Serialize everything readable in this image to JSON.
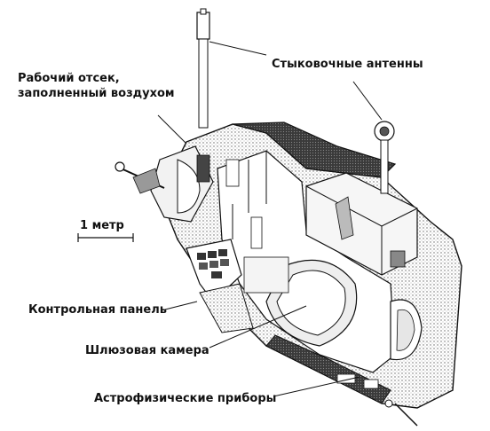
{
  "labels": {
    "working_compartment": "Рабочий отсек,\nзаполненный воздухом",
    "docking_antennas": "Стыковочные антенны",
    "scale": "1 метр",
    "control_panel": "Контрольная панель",
    "airlock": "Шлюзовая камера",
    "astro_instruments": "Астрофизические приборы"
  },
  "colors": {
    "ink": "#111111",
    "hatch": "#555555",
    "shade": "#cfcfcf",
    "dark": "#2b2b2b"
  }
}
